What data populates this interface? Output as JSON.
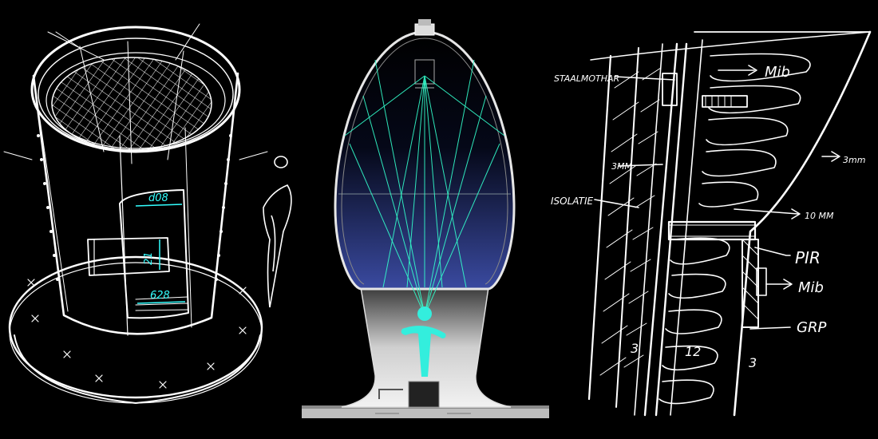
{
  "colors": {
    "background": "#000000",
    "sketch": "#ffffff",
    "accent": "#33ffee",
    "gradient_top": "#000000",
    "gradient_bottom": "#3a4aa0"
  },
  "left_sketch": {
    "dimensions": [
      "d08",
      "21",
      "628"
    ]
  },
  "right_sketch": {
    "labels": [
      {
        "key": "staalmoer",
        "text": "STAALMOTHAR"
      },
      {
        "key": "mib_top",
        "text": "Mib"
      },
      {
        "key": "3mm_left",
        "text": "3MM"
      },
      {
        "key": "3mm_right",
        "text": "3mm"
      },
      {
        "key": "isolatie",
        "text": "ISOLATIE"
      },
      {
        "key": "10mm",
        "text": "10 MM"
      },
      {
        "key": "pir",
        "text": "PIR"
      },
      {
        "key": "mib_bottom",
        "text": "Mib"
      },
      {
        "key": "grp",
        "text": "GRP"
      },
      {
        "key": "n3_left",
        "text": "3"
      },
      {
        "key": "n12",
        "text": "12"
      },
      {
        "key": "n3_right",
        "text": "3"
      }
    ]
  }
}
